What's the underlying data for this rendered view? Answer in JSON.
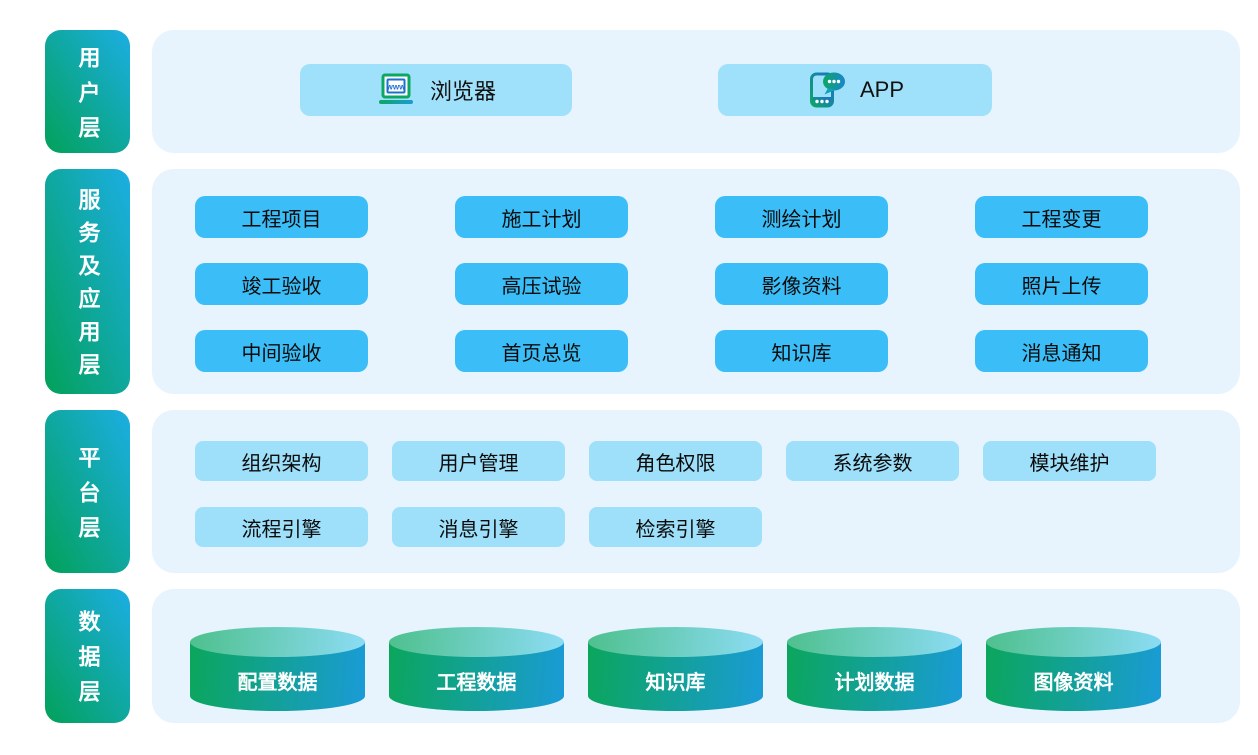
{
  "layers": [
    {
      "label": "用户层",
      "items": [
        {
          "label": "浏览器",
          "icon": "browser-icon"
        },
        {
          "label": "APP",
          "icon": "app-icon"
        }
      ]
    },
    {
      "label": "服务及应用层",
      "items": [
        "工程项目",
        "施工计划",
        "测绘计划",
        "工程变更",
        "竣工验收",
        "高压试验",
        "影像资料",
        "照片上传",
        "中间验收",
        "首页总览",
        "知识库",
        "消息通知"
      ]
    },
    {
      "label": "平台层",
      "items": [
        "组织架构",
        "用户管理",
        "角色权限",
        "系统参数",
        "模块维护",
        "流程引擎",
        "消息引擎",
        "检索引擎"
      ]
    },
    {
      "label": "数据层",
      "items": [
        "配置数据",
        "工程数据",
        "知识库",
        "计划数据",
        "图像资料"
      ]
    }
  ],
  "colors": {
    "sidebar_gradient_start": "#02A159",
    "sidebar_gradient_end": "#1CAEE4",
    "panel_bg": "#E7F4FD",
    "button_light_blue": "#9FE1FB",
    "button_bright_blue": "#3BBEF8",
    "cylinder_green": "#0BA65C",
    "cylinder_blue": "#1A9BD7",
    "cylinder_top_green": "#4EC08D",
    "cylinder_top_blue": "#8CDCF4",
    "text_dark": "#0B0B0B",
    "text_white": "#FFFFFF"
  }
}
